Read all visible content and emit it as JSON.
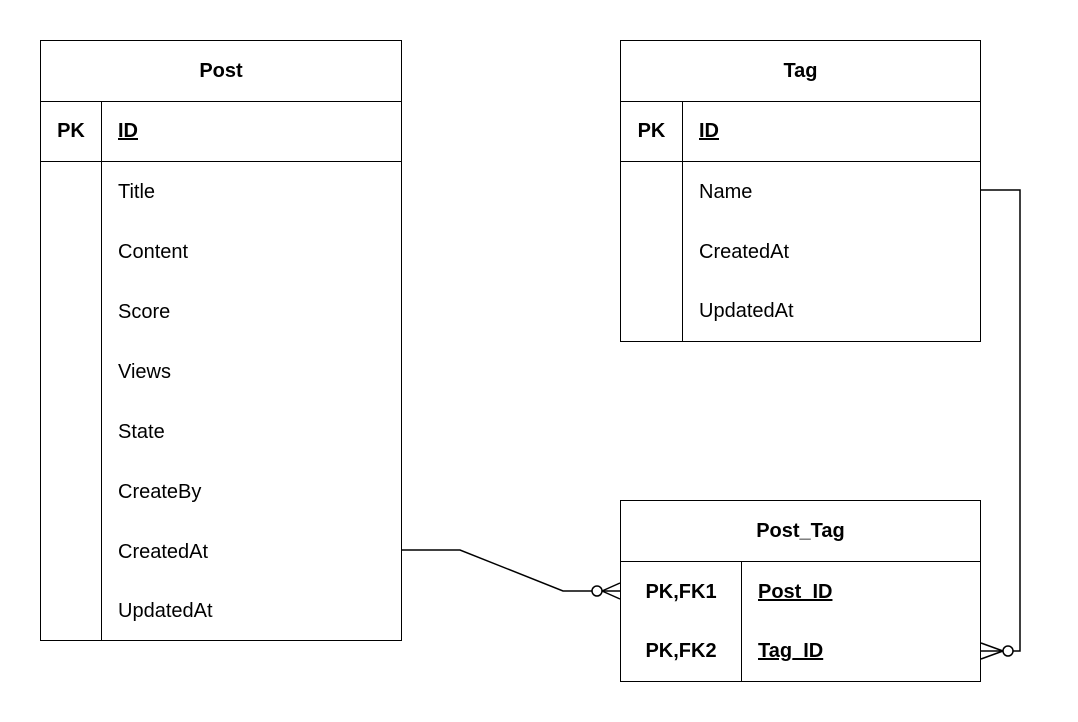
{
  "entities": {
    "post": {
      "title": "Post",
      "pk": {
        "key": "PK",
        "name": "ID"
      },
      "attributes": [
        "Title",
        "Content",
        "Score",
        "Views",
        "State",
        "CreateBy",
        "CreatedAt",
        "UpdatedAt"
      ]
    },
    "tag": {
      "title": "Tag",
      "pk": {
        "key": "PK",
        "name": "ID"
      },
      "attributes": [
        "Name",
        "CreatedAt",
        "UpdatedAt"
      ]
    },
    "post_tag": {
      "title": "Post_Tag",
      "keys": [
        {
          "key": "PK,FK1",
          "name": "Post_ID"
        },
        {
          "key": "PK,FK2",
          "name": "Tag_ID"
        }
      ]
    }
  },
  "relationships": [
    {
      "from": "Post",
      "to": "Post_Tag",
      "from_cardinality": "one",
      "to_cardinality": "zero-or-many"
    },
    {
      "from": "Tag",
      "to": "Post_Tag",
      "from_cardinality": "one",
      "to_cardinality": "zero-or-many"
    }
  ]
}
